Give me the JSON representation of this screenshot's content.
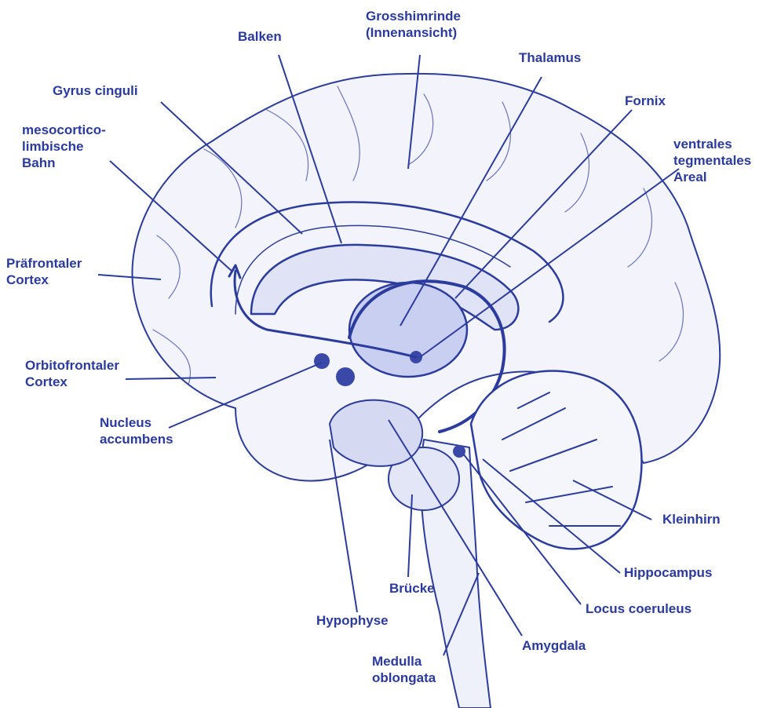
{
  "colors": {
    "ink": "#2a3aa0",
    "line": "#2c3c9e",
    "fill": "#e7eaf7",
    "dark": "#3a48a8"
  },
  "labels": {
    "grosshirnrinde": [
      "Grosshimrinde",
      "(Innenansicht)"
    ],
    "balken": "Balken",
    "thalamus": "Thalamus",
    "gyrus_cinguli": "Gyrus cinguli",
    "fornix": "Fornix",
    "mesocortico": [
      "mesocortico-",
      "limbische",
      "Bahn"
    ],
    "ventrales": [
      "ventrales",
      "tegmentales",
      "Areal"
    ],
    "praefrontaler": [
      "Präfrontaler",
      "Cortex"
    ],
    "orbitofrontaler": [
      "Orbitofrontaler",
      "Cortex"
    ],
    "nucleus": [
      "Nucleus",
      "accumbens"
    ],
    "kleinhirn": "Kleinhirn",
    "hippocampus": "Hippocampus",
    "bruecke": "Brücke",
    "locus": "Locus coeruleus",
    "hypophyse": "Hypophyse",
    "amygdala": "Amygdala",
    "medulla": [
      "Medulla",
      "oblongata"
    ]
  }
}
